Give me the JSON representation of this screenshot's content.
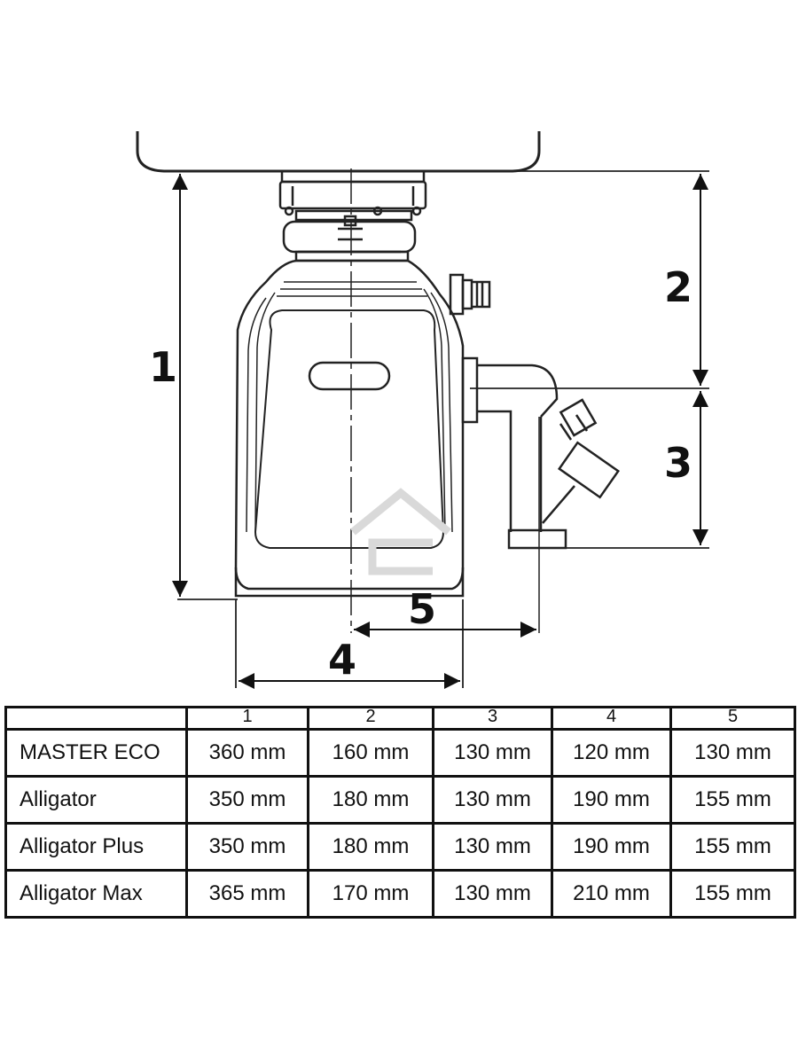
{
  "dimension_labels": [
    "1",
    "2",
    "3",
    "4",
    "5"
  ],
  "table": {
    "header": [
      "",
      "1",
      "2",
      "3",
      "4",
      "5"
    ],
    "rows": [
      {
        "model": "MASTER ECO",
        "values": [
          "360 mm",
          "160 mm",
          "130 mm",
          "120 mm",
          "130 mm"
        ]
      },
      {
        "model": "Alligator",
        "values": [
          "350 mm",
          "180 mm",
          "130 mm",
          "190 mm",
          "155 mm"
        ]
      },
      {
        "model": "Alligator Plus",
        "values": [
          "350 mm",
          "180 mm",
          "130 mm",
          "190 mm",
          "155 mm"
        ]
      },
      {
        "model": "Alligator Max",
        "values": [
          "365 mm",
          "170 mm",
          "130 mm",
          "210 mm",
          "155 mm"
        ]
      }
    ]
  },
  "colors": {
    "line": "#222222",
    "text": "#111111",
    "watermark": "#d9d9d9"
  }
}
